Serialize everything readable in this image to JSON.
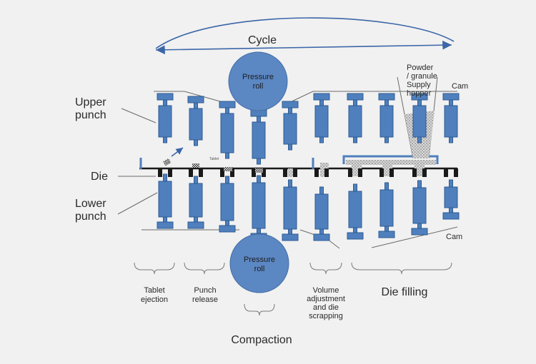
{
  "labels": {
    "cycle": "Cycle",
    "upper_punch": [
      "Upper",
      "punch"
    ],
    "die": "Die",
    "lower_punch": [
      "Lower",
      "punch"
    ],
    "pressure_roll": [
      "Pressure",
      "roll"
    ],
    "hopper": [
      "Powder",
      "/ granule",
      "Supply",
      "hopper"
    ],
    "cam": "Cam",
    "tablet": "Tablet",
    "tablet_ejection": [
      "Tablet",
      "ejection"
    ],
    "punch_release": [
      "Punch",
      "release"
    ],
    "compaction": "Compaction",
    "volume_adjustment": [
      "Volume",
      "adjustment",
      "and die",
      "scrapping"
    ],
    "die_filling": "Die filling"
  },
  "colors": {
    "punch": "#4f7fbd",
    "roll": "#5b87c3",
    "die": "#1a1a1a",
    "powder": "#a9a9a9"
  }
}
